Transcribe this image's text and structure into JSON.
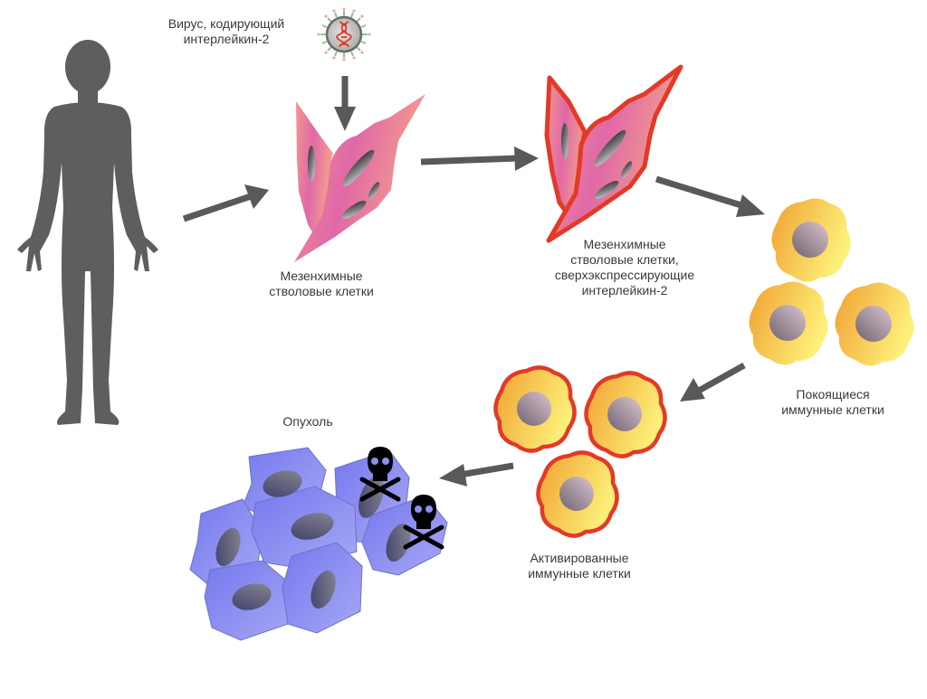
{
  "diagram": {
    "title": "",
    "colors": {
      "arrow": "#595959",
      "human": "#5e5e5e",
      "msc_fill_start": "#e066a6",
      "msc_fill_end": "#f29a8a",
      "msc_outline_activated": "#e23a26",
      "immune_fill_start": "#f2a531",
      "immune_fill_end": "#fdee76",
      "immune_outline_activated": "#e23a26",
      "nucleus": "#8f7f8c",
      "tumor_fill": "#8a8ff0",
      "tumor_outline": "#6e72c8",
      "skull": "#000000"
    },
    "nodes": [
      {
        "id": "patient",
        "icon": "human-silhouette-icon",
        "label": ""
      },
      {
        "id": "virus",
        "icon": "virus-dna-icon",
        "label": "Вирус, кодирующий\nинтерлейкин-2"
      },
      {
        "id": "msc",
        "icon": "mesenchymal-cells-icon",
        "label": "Мезенхимные\nстволовые клетки"
      },
      {
        "id": "msc_il2",
        "icon": "mesenchymal-cells-activated-icon",
        "label": "Мезенхимные\nстволовые клетки,\nсверхэкспрессирующие\nинтерлейкин-2"
      },
      {
        "id": "resting_immune",
        "icon": "resting-immune-cells-icon",
        "label": "Покоящиеся\nиммунные клетки"
      },
      {
        "id": "activated_immune",
        "icon": "activated-immune-cells-icon",
        "label": "Активированные\nиммунные клетки"
      },
      {
        "id": "tumor",
        "icon": "tumor-cells-icon",
        "label": "Опухоль"
      }
    ],
    "edges": [
      {
        "from": "patient",
        "to": "msc"
      },
      {
        "from": "virus",
        "to": "msc"
      },
      {
        "from": "msc",
        "to": "msc_il2"
      },
      {
        "from": "msc_il2",
        "to": "resting_immune"
      },
      {
        "from": "resting_immune",
        "to": "activated_immune"
      },
      {
        "from": "activated_immune",
        "to": "tumor"
      }
    ]
  }
}
